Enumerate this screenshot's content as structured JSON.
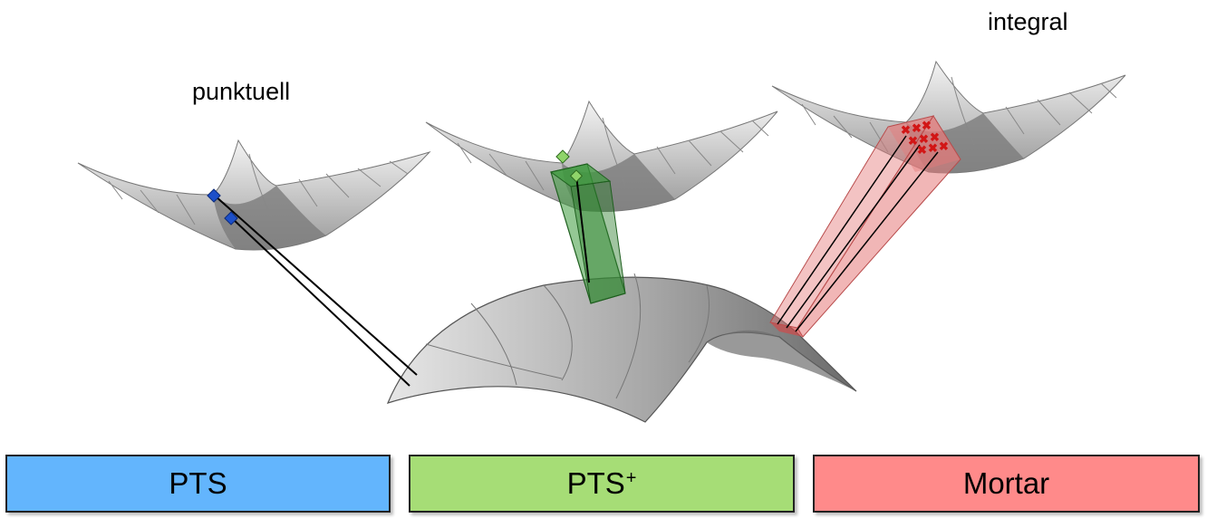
{
  "labels": {
    "left": "punktuell",
    "right": "integral"
  },
  "boxes": [
    {
      "text": "PTS",
      "sup": "",
      "color": "#63b5fd"
    },
    {
      "text": "PTS",
      "sup": "+",
      "color": "#a6dd76"
    },
    {
      "text": "Mortar",
      "sup": "",
      "color": "#ff8a8a"
    }
  ],
  "colors": {
    "pts_marker": "#1c4fc9",
    "pts_plus_marker": "#8fd46a",
    "mortar_marker": "#d21616",
    "green_prism": "#3d9a3d",
    "red_beam": "#e57a7a"
  }
}
